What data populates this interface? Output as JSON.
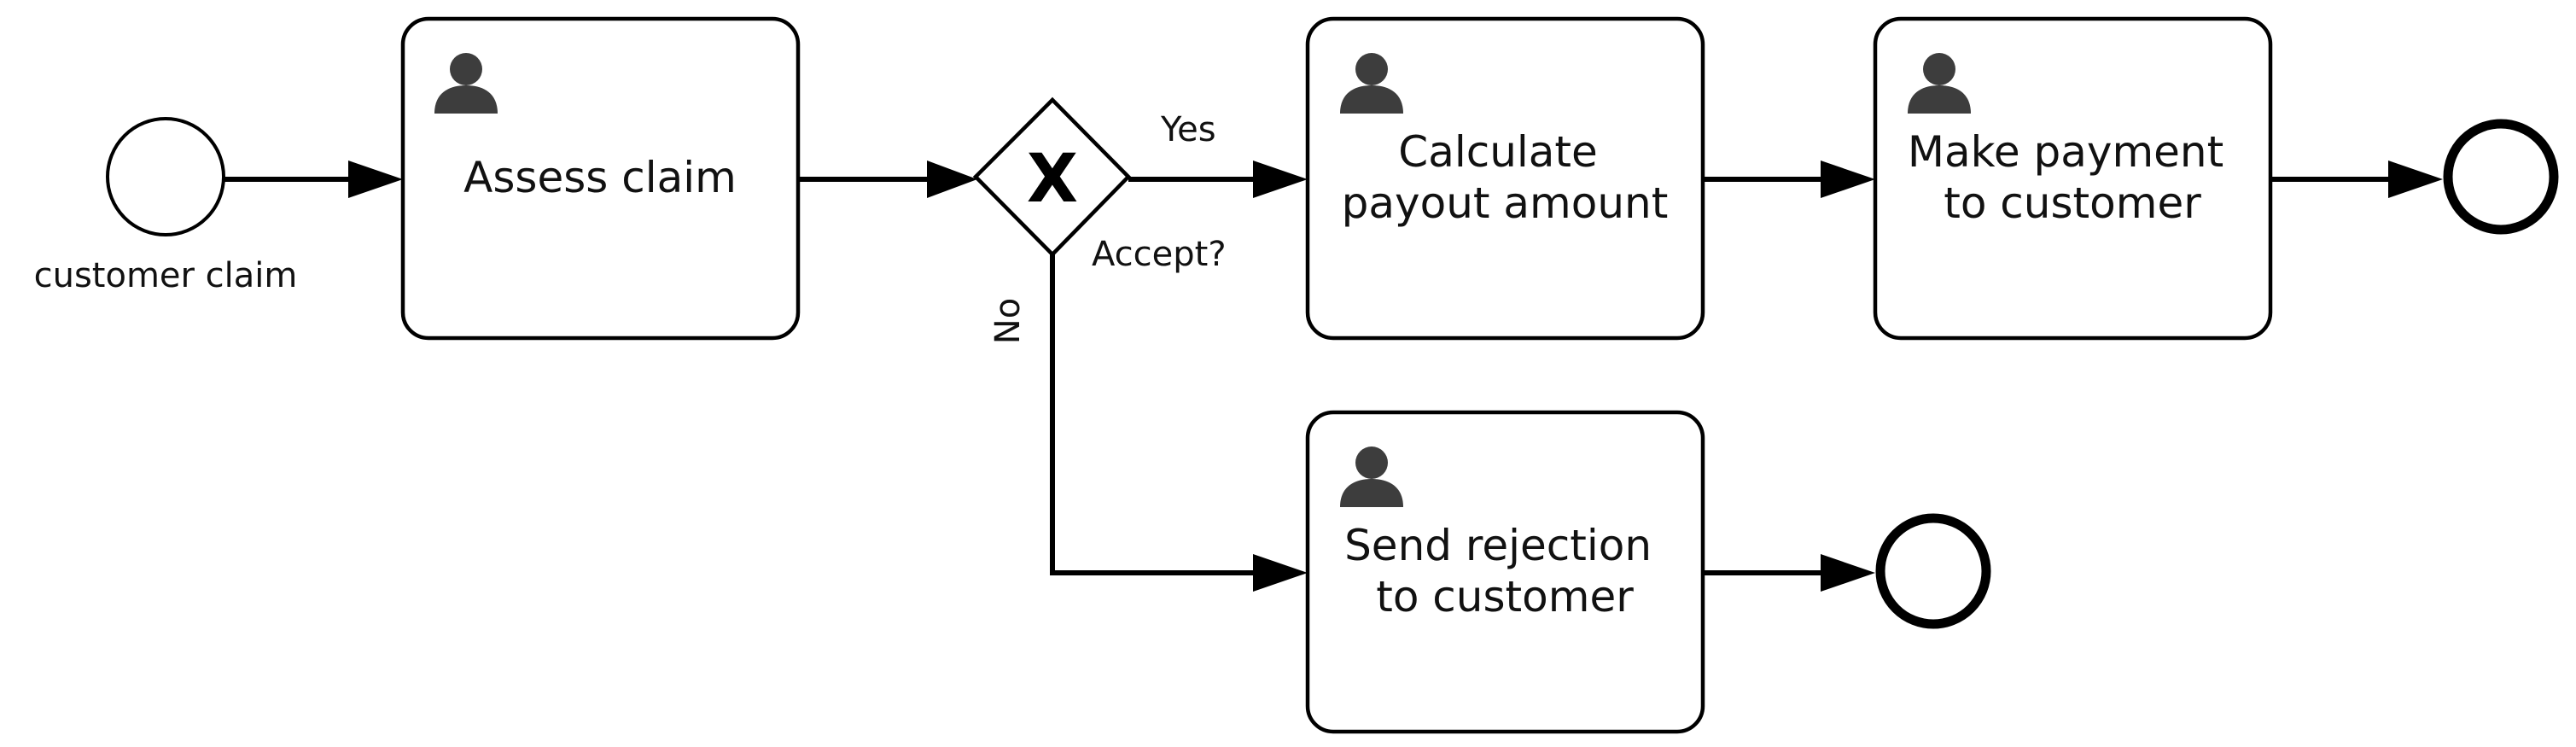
{
  "diagram": {
    "start_event": {
      "label": "customer claim"
    },
    "tasks": {
      "assess": {
        "lines": [
          "Assess claim"
        ],
        "icon": "user-icon"
      },
      "calculate": {
        "lines": [
          "Calculate",
          "payout amount"
        ],
        "icon": "user-icon"
      },
      "payment": {
        "lines": [
          "Make payment",
          "to customer"
        ],
        "icon": "user-icon"
      },
      "rejection": {
        "lines": [
          "Send rejection",
          "to customer"
        ],
        "icon": "user-icon"
      }
    },
    "gateway": {
      "type": "exclusive",
      "marker": "X",
      "label": "Accept?"
    },
    "flows": {
      "yes_label": "Yes",
      "no_label": "No"
    },
    "end_events": [
      "end-event-payment",
      "end-event-rejection"
    ]
  }
}
